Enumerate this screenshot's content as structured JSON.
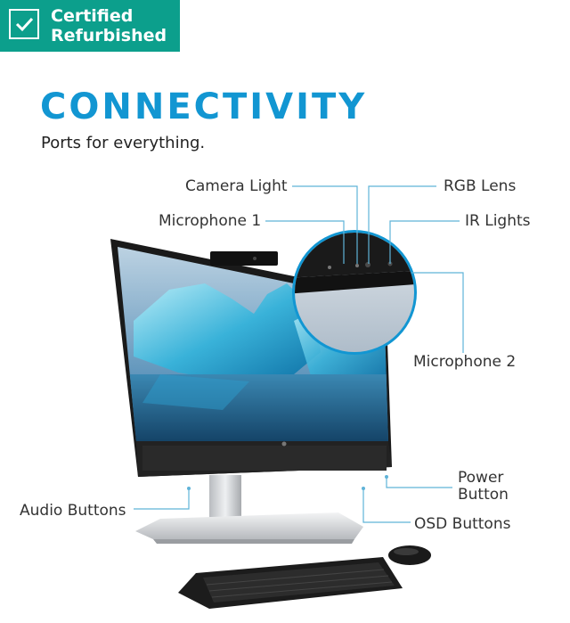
{
  "badge": {
    "line1": "Certified",
    "line2": "Refurbished",
    "icon": "checkmark-icon"
  },
  "headline": "CONNECTIVITY",
  "subheadline": "Ports for everything.",
  "callouts": {
    "camera_light": "Camera Light",
    "rgb_lens": "RGB Lens",
    "microphone_1": "Microphone 1",
    "ir_lights": "IR Lights",
    "microphone_2": "Microphone 2",
    "power_button_l1": "Power",
    "power_button_l2": "Button",
    "audio_buttons": "Audio Buttons",
    "osd_buttons": "OSD Buttons"
  },
  "colors": {
    "accent": "#1296d2",
    "badge_bg": "#0c9f8c",
    "leader": "#5fb3d8"
  }
}
